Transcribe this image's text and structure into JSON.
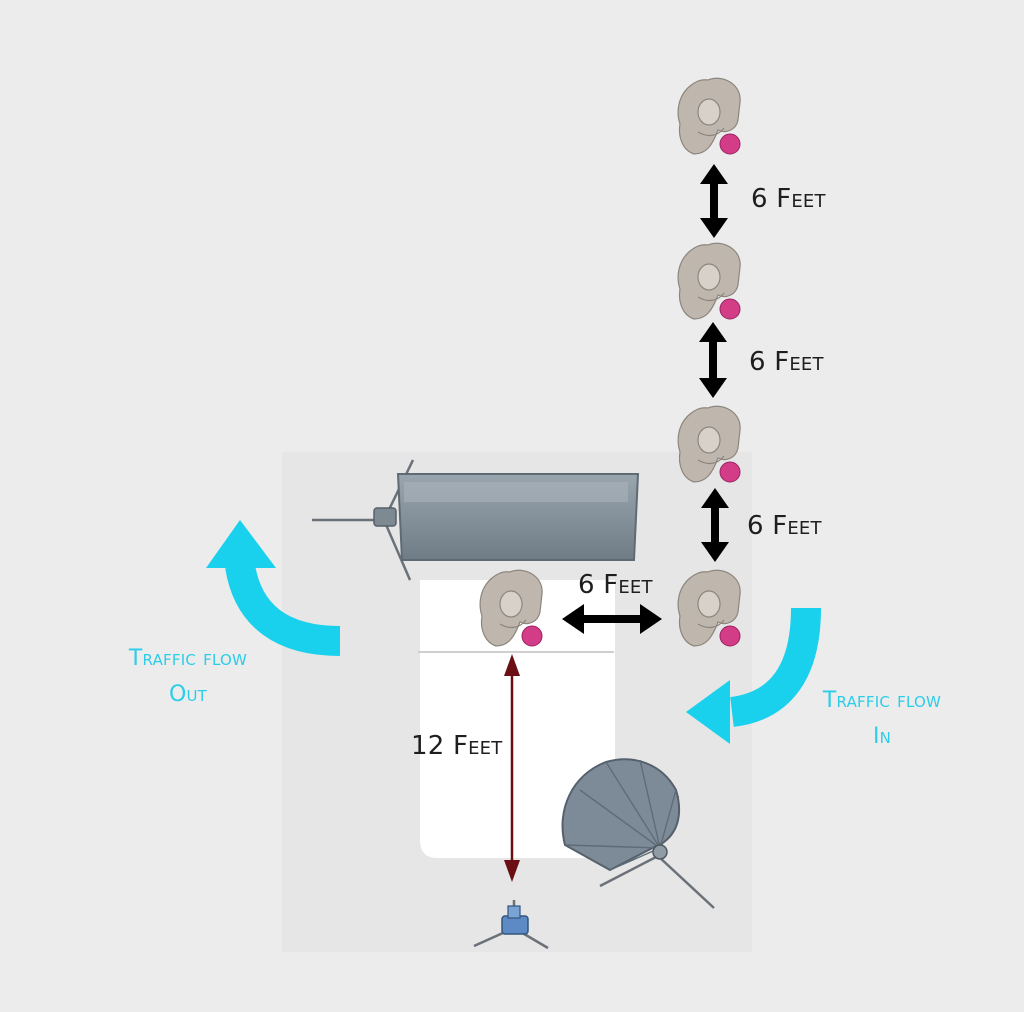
{
  "labels": {
    "gap_queue_1": "6 Feet",
    "gap_queue_2": "6 Feet",
    "gap_queue_3": "6 Feet",
    "gap_subject_to_queue": "6 Feet",
    "gap_subject_to_camera": "12 Feet",
    "traffic_out_line1": "Traffic flow",
    "traffic_out_line2": "Out",
    "traffic_in_line1": "Traffic flow",
    "traffic_in_line2": "In"
  },
  "colors": {
    "background": "#ececec",
    "flow_arrow": "#19d1ec",
    "distance_arrow": "#000000",
    "camera_distance_arrow": "#6b0f14",
    "softbox": "#7f8c95",
    "umbrella": "#7d8b98",
    "person_body": "#bfb7ae",
    "ball": "#d33c86"
  },
  "icons": {
    "person": "person-topdown-icon",
    "softbox": "softbox-light-icon",
    "umbrella": "umbrella-light-icon",
    "camera": "camera-tripod-icon"
  }
}
